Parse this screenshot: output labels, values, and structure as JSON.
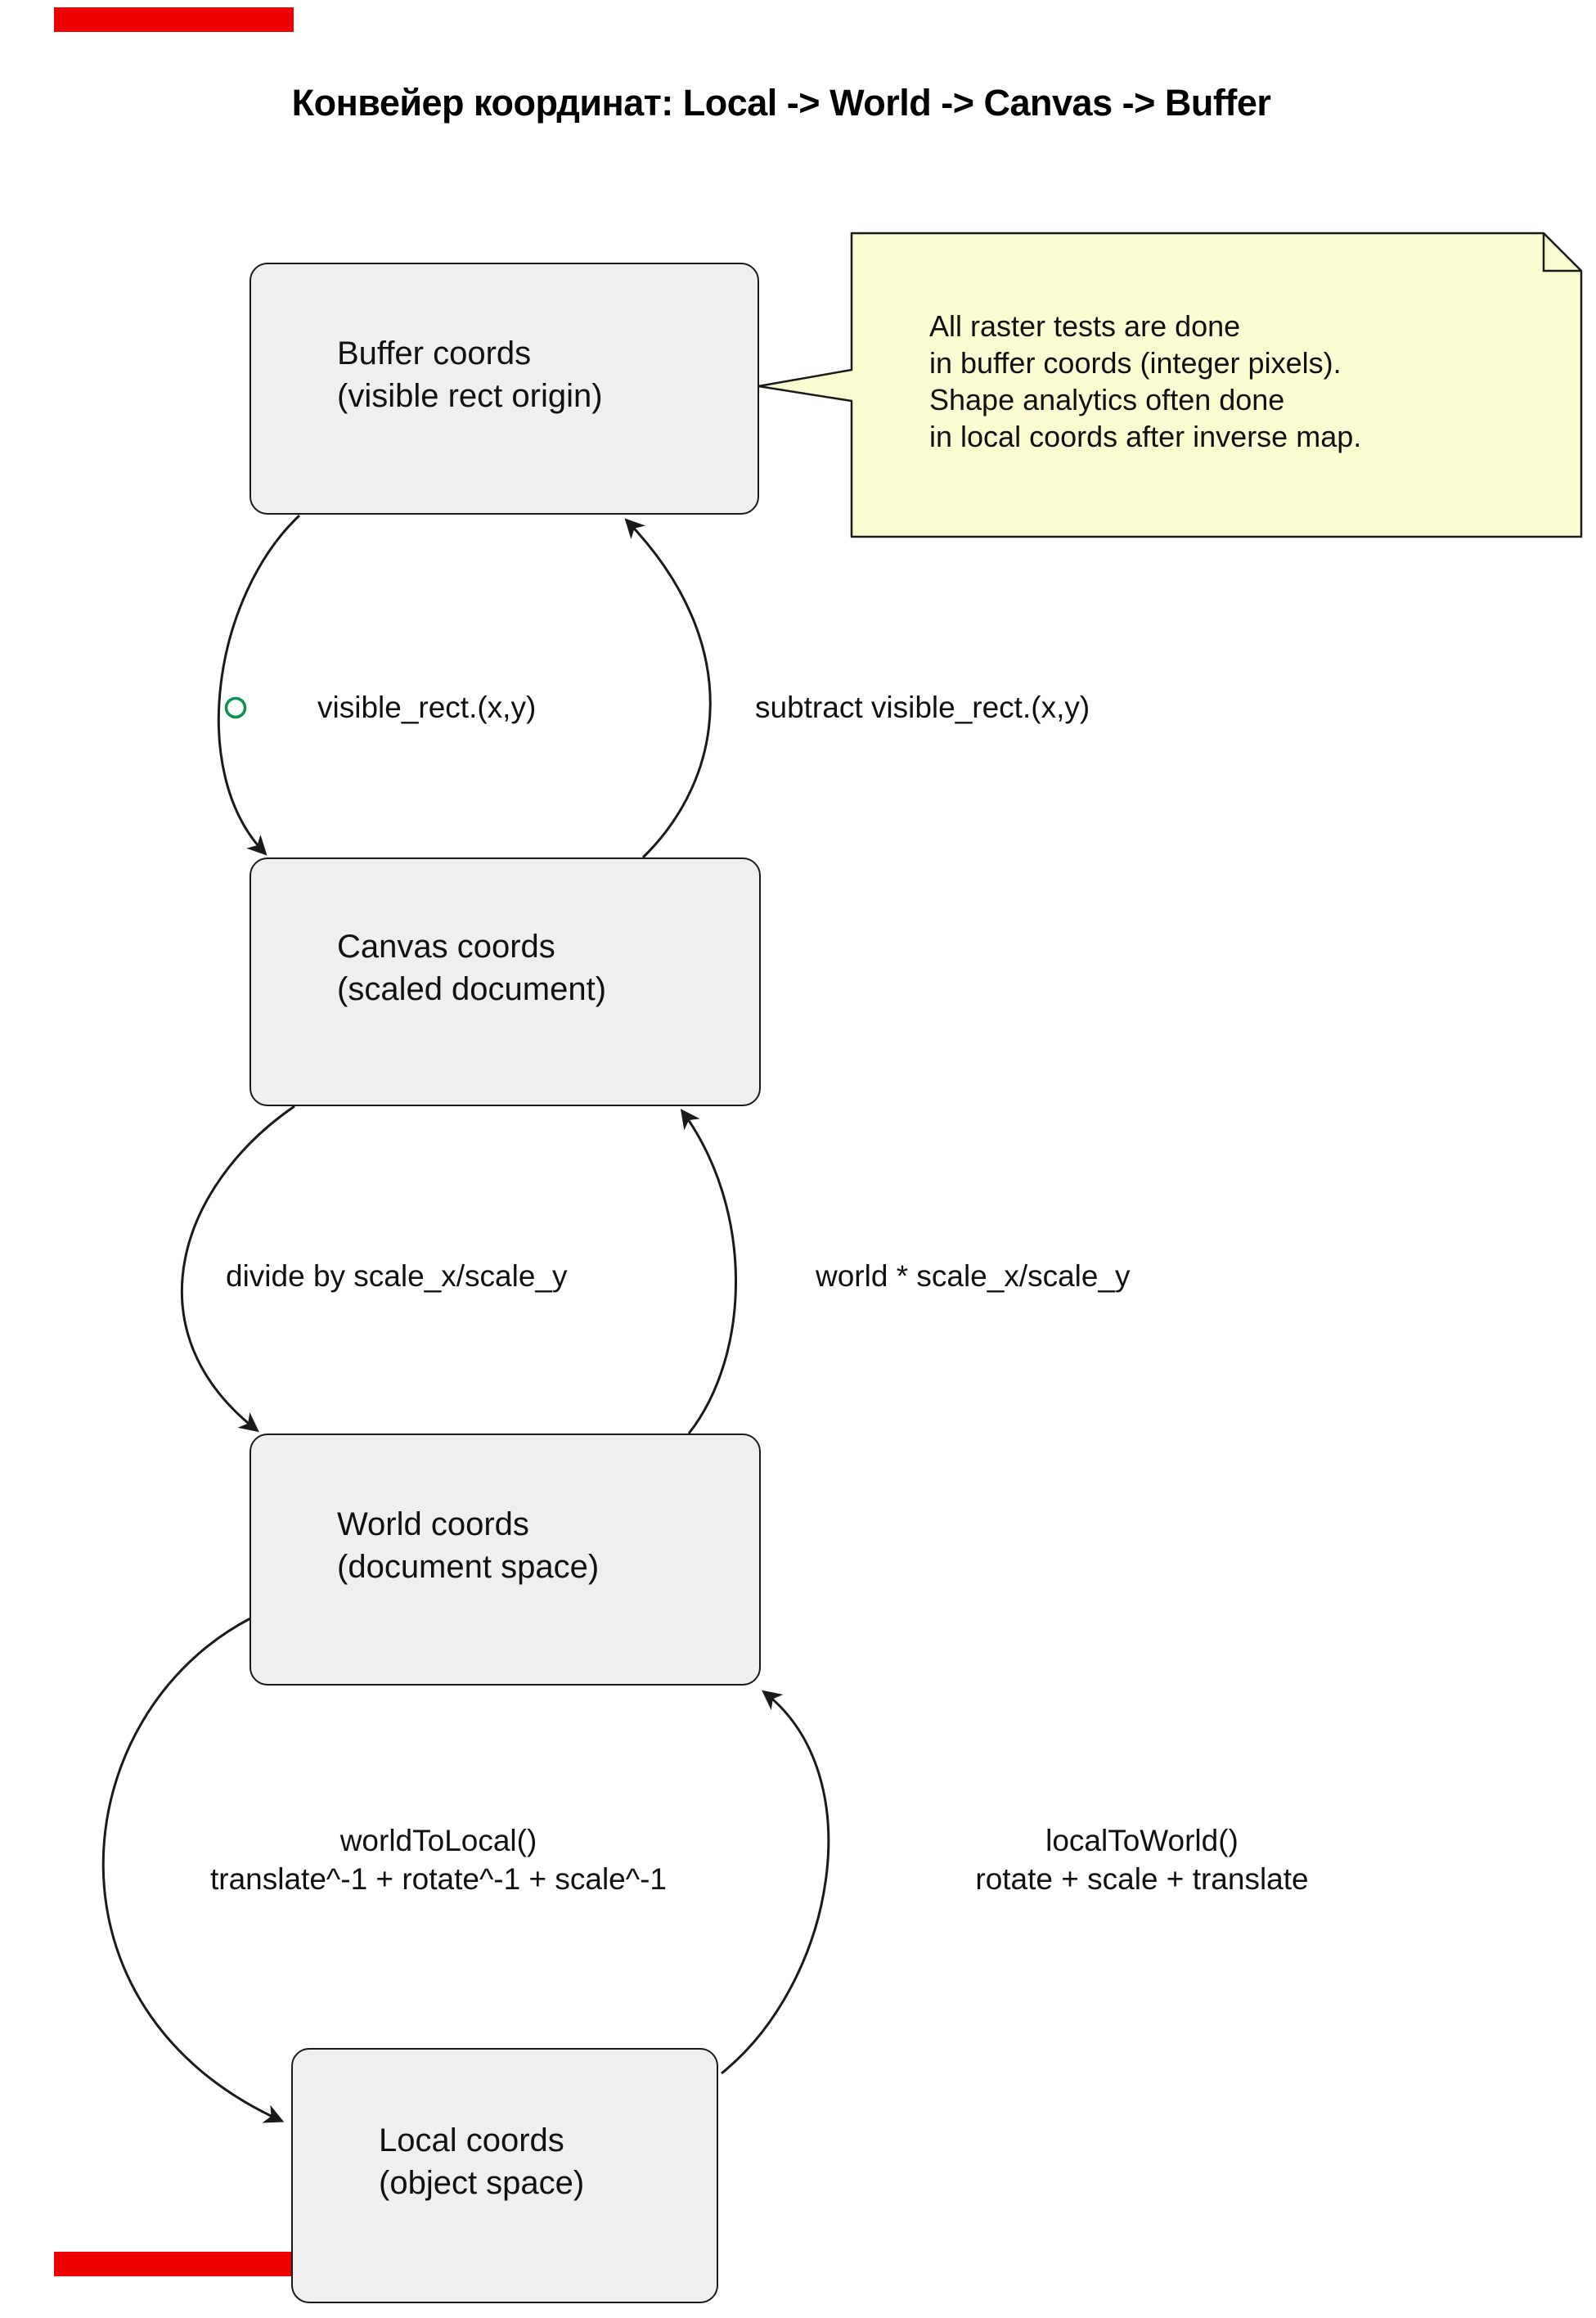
{
  "diagram": {
    "title": "Конвейер координат: Local -> World -> Canvas -> Buffer"
  },
  "nodes": [
    {
      "id": "buffer",
      "line1": "Buffer coords",
      "line2": "(visible rect origin)"
    },
    {
      "id": "canvas",
      "line1": "Canvas coords",
      "line2": "(scaled document)"
    },
    {
      "id": "world",
      "line1": "World coords",
      "line2": "(document space)"
    },
    {
      "id": "local",
      "line1": "Local coords",
      "line2": "(object space)"
    }
  ],
  "note": {
    "lines": [
      "All raster tests are done",
      "in buffer coords (integer pixels).",
      "Shape analytics often done",
      "in local coords after inverse map."
    ]
  },
  "edges": [
    {
      "id": "buffer-to-canvas",
      "label": "visible_rect.(x,y)"
    },
    {
      "id": "canvas-to-buffer",
      "label": "subtract visible_rect.(x,y)"
    },
    {
      "id": "canvas-to-world",
      "label": "divide by scale_x/scale_y"
    },
    {
      "id": "world-to-canvas",
      "label": "world * scale_x/scale_y"
    },
    {
      "id": "world-to-local",
      "line1": "worldToLocal()",
      "line2": "translate^-1 + rotate^-1 + scale^-1"
    },
    {
      "id": "local-to-world",
      "line1": "localToWorld()",
      "line2": "rotate + scale + translate"
    }
  ],
  "icons": {
    "entry_circle": "entry-point-circle"
  },
  "colors": {
    "node_fill": "#efefef",
    "node_border": "#1a1a1a",
    "note_fill": "#fbfbd2",
    "note_border": "#1a1a1a",
    "edge": "#1a1a1a",
    "entry_circle": "#0a9150",
    "red_marker": "#ee0000",
    "text": "#111111"
  }
}
